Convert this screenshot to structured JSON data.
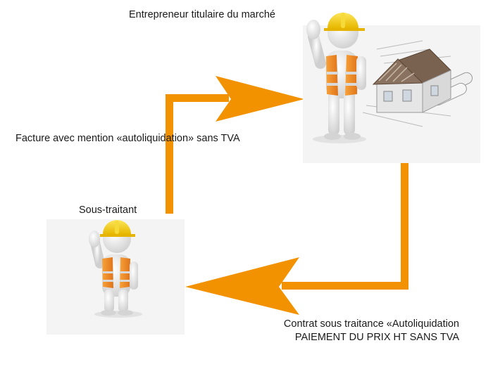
{
  "diagram": {
    "top_actor_label": "Entrepreneur titulaire du marché",
    "invoice_label": "Facture avec mention «autoliquidation» sans TVA",
    "sub_actor_label": "Sous-traitant",
    "contract_line1": "Contrat sous traitance «Autoliquidation",
    "contract_line2": "PAIEMENT DU PRIX HT SANS TVA"
  },
  "colors": {
    "arrow": "#F39200",
    "helmet": "#F7D21A",
    "vest": "#F08A24",
    "vest_stripe": "#D9D9D9",
    "figure": "#EEEEEE",
    "roof": "#7A6250",
    "house_wall": "#E6E6E6"
  },
  "icons": {
    "main_contractor": "worker-with-house-icon",
    "subcontractor": "worker-waving-icon",
    "flow_up": "arrow-right-icon",
    "flow_down": "arrow-left-icon"
  }
}
